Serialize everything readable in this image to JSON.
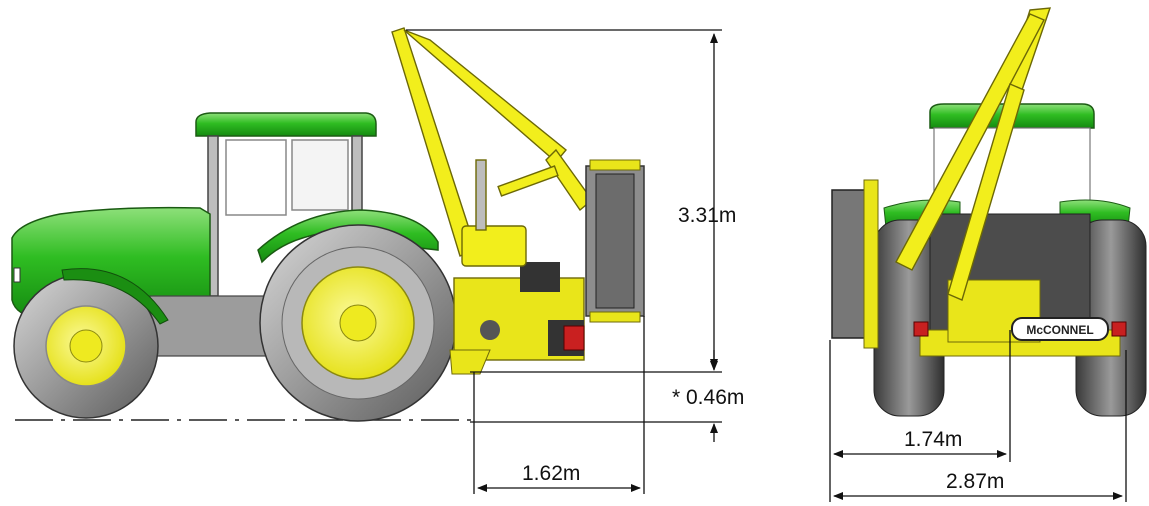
{
  "dimensions": {
    "reach_height": "3.31m",
    "ground_clearance": "* 0.46m",
    "side_offset": "1.62m",
    "rear_width_inner": "1.74m",
    "rear_width_total": "2.87m"
  },
  "brand_plate": "McCONNEL",
  "colors": {
    "tractor_green": "#22b41e",
    "arm_yellow": "#f2ee1c",
    "tyre_grey": "#8f8f8f",
    "rim_yellow": "#f5f21a",
    "dimension_line": "#111111"
  }
}
